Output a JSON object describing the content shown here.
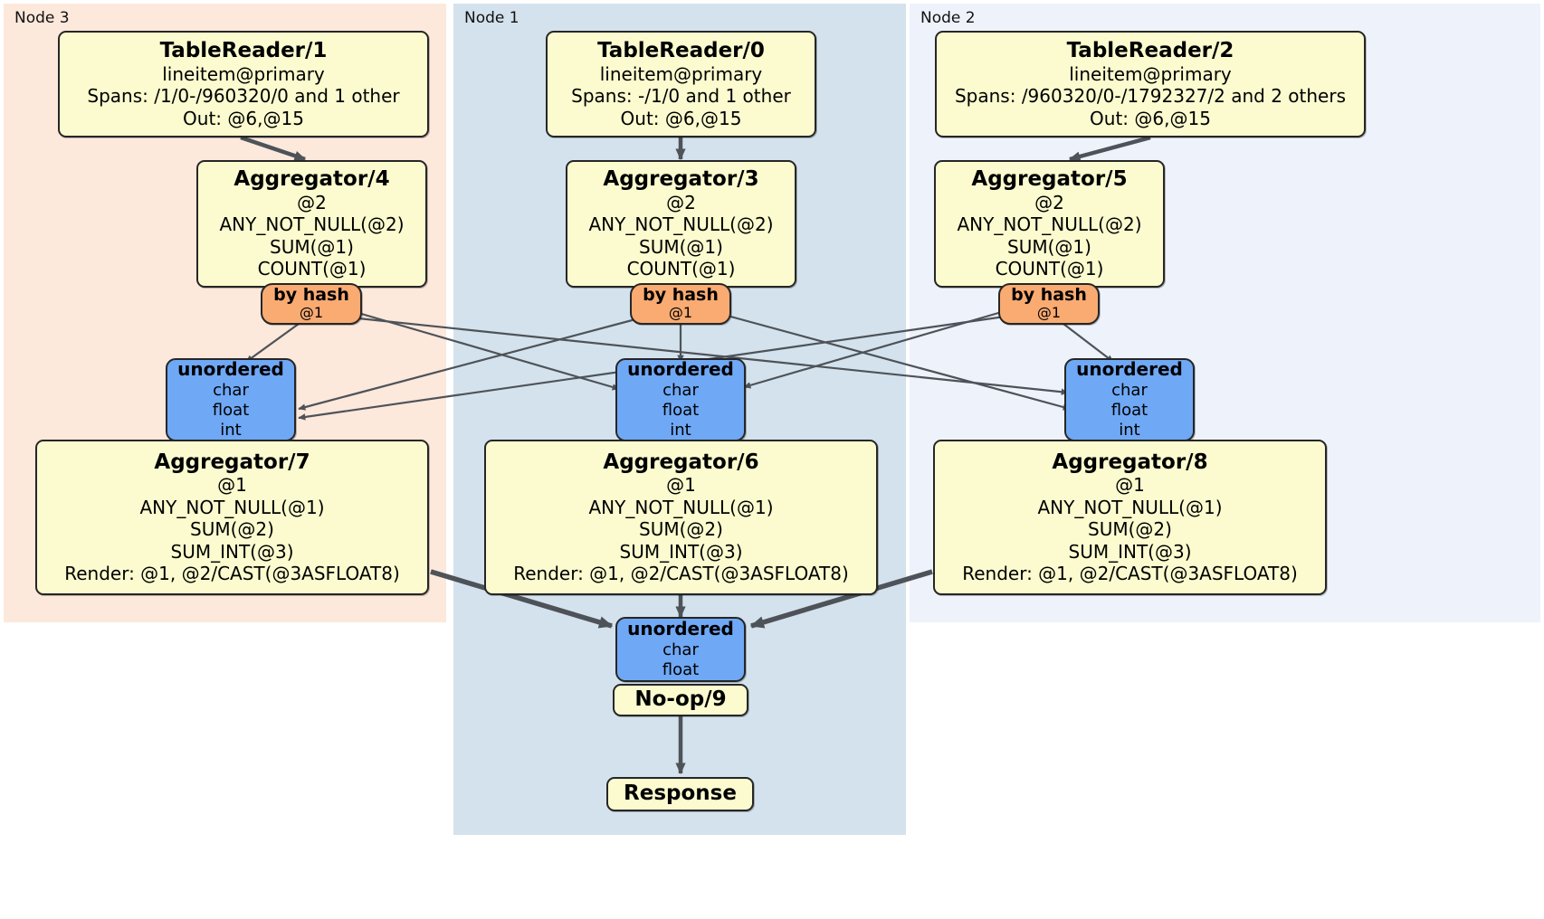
{
  "panels": [
    {
      "label": "Node 3",
      "color": "#fde8dc"
    },
    {
      "label": "Node 1",
      "color": "#d4e2ed"
    },
    {
      "label": "Node 2",
      "color": "#eef2fb"
    }
  ],
  "table_readers": [
    {
      "title": "TableReader/1",
      "table": "lineitem@primary",
      "spans": "Spans: /1/0-/960320/0 and 1 other",
      "out": "Out: @6,@15"
    },
    {
      "title": "TableReader/0",
      "table": "lineitem@primary",
      "spans": "Spans: -/1/0 and 1 other",
      "out": "Out: @6,@15"
    },
    {
      "title": "TableReader/2",
      "table": "lineitem@primary",
      "spans": "Spans: /960320/0-/1792327/2 and 2 others",
      "out": "Out: @6,@15"
    }
  ],
  "local_aggregators": [
    {
      "title": "Aggregator/4",
      "group": "@2",
      "agg1": "ANY_NOT_NULL(@2)",
      "agg2": "SUM(@1)",
      "agg3": "COUNT(@1)"
    },
    {
      "title": "Aggregator/3",
      "group": "@2",
      "agg1": "ANY_NOT_NULL(@2)",
      "agg2": "SUM(@1)",
      "agg3": "COUNT(@1)"
    },
    {
      "title": "Aggregator/5",
      "group": "@2",
      "agg1": "ANY_NOT_NULL(@2)",
      "agg2": "SUM(@1)",
      "agg3": "COUNT(@1)"
    }
  ],
  "routers": [
    {
      "title": "by hash",
      "column": "@1"
    },
    {
      "title": "by hash",
      "column": "@1"
    },
    {
      "title": "by hash",
      "column": "@1"
    }
  ],
  "receivers": [
    {
      "title": "unordered",
      "t1": "char",
      "t2": "float",
      "t3": "int"
    },
    {
      "title": "unordered",
      "t1": "char",
      "t2": "float",
      "t3": "int"
    },
    {
      "title": "unordered",
      "t1": "char",
      "t2": "float",
      "t3": "int"
    }
  ],
  "final_aggregators": [
    {
      "title": "Aggregator/7",
      "group": "@1",
      "agg1": "ANY_NOT_NULL(@1)",
      "agg2": "SUM(@2)",
      "agg3": "SUM_INT(@3)",
      "render": "Render: @1, @2/CAST(@3ASFLOAT8)"
    },
    {
      "title": "Aggregator/6",
      "group": "@1",
      "agg1": "ANY_NOT_NULL(@1)",
      "agg2": "SUM(@2)",
      "agg3": "SUM_INT(@3)",
      "render": "Render: @1, @2/CAST(@3ASFLOAT8)"
    },
    {
      "title": "Aggregator/8",
      "group": "@1",
      "agg1": "ANY_NOT_NULL(@1)",
      "agg2": "SUM(@2)",
      "agg3": "SUM_INT(@3)",
      "render": "Render: @1, @2/CAST(@3ASFLOAT8)"
    }
  ],
  "final_receiver": {
    "title": "unordered",
    "t1": "char",
    "t2": "float"
  },
  "noop": {
    "title": "No-op/9"
  },
  "response": {
    "title": "Response"
  },
  "colors": {
    "processor_fill": "#fbfbcf",
    "router_fill": "#f9ab72",
    "receiver_fill": "#6fa8f5",
    "edge": "#4d5358",
    "border": "#262626"
  }
}
